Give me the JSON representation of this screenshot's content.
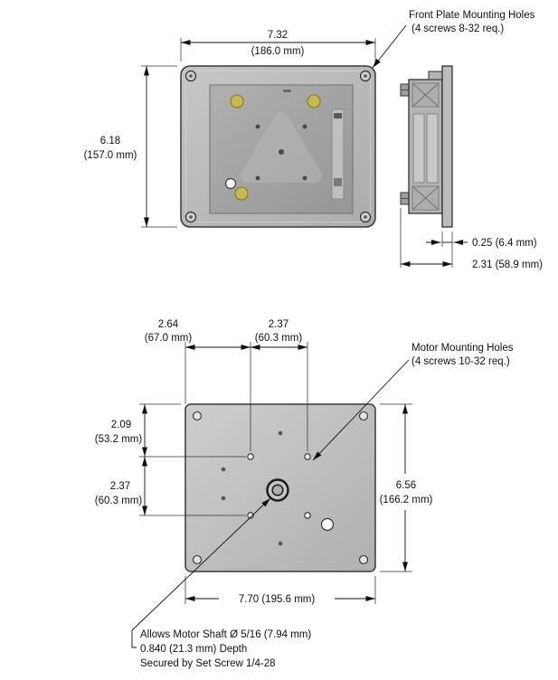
{
  "colors": {
    "line": "#111111",
    "plate_gray": "#bcbcbc",
    "screw_yellow": "#c6b94f"
  },
  "front_view": {
    "width_in": "7.32",
    "width_mm": "(186.0 mm)",
    "height_in": "6.18",
    "height_mm": "(157.0 mm)",
    "mounting_note_line1": "Front Plate Mounting Holes",
    "mounting_note_line2": "(4 screws 8-32 req.)"
  },
  "side_view": {
    "plate_thickness": "0.25 (6.4 mm)",
    "overall_depth": "2.31 (58.9 mm)"
  },
  "bottom_view": {
    "offset_left_in": "2.64",
    "offset_left_mm": "(67.0 mm)",
    "hole_spacing_h_in": "2.37",
    "hole_spacing_h_mm": "(60.3 mm)",
    "offset_top_in": "2.09",
    "offset_top_mm": "(53.2 mm)",
    "hole_spacing_v_in": "2.37",
    "hole_spacing_v_mm": "(60.3 mm)",
    "height_in": "6.56",
    "height_mm": "(166.2 mm)",
    "width": "7.70 (195.6 mm)",
    "motor_note_line1": "Motor Mounting Holes",
    "motor_note_line2": "(4 screws 10-32 req.)",
    "shaft_note_line1": "Allows Motor Shaft Ø 5/16 (7.94 mm)",
    "shaft_note_line2": "0.840 (21.3 mm) Depth",
    "shaft_note_line3": "Secured by Set Screw 1/4-28"
  }
}
